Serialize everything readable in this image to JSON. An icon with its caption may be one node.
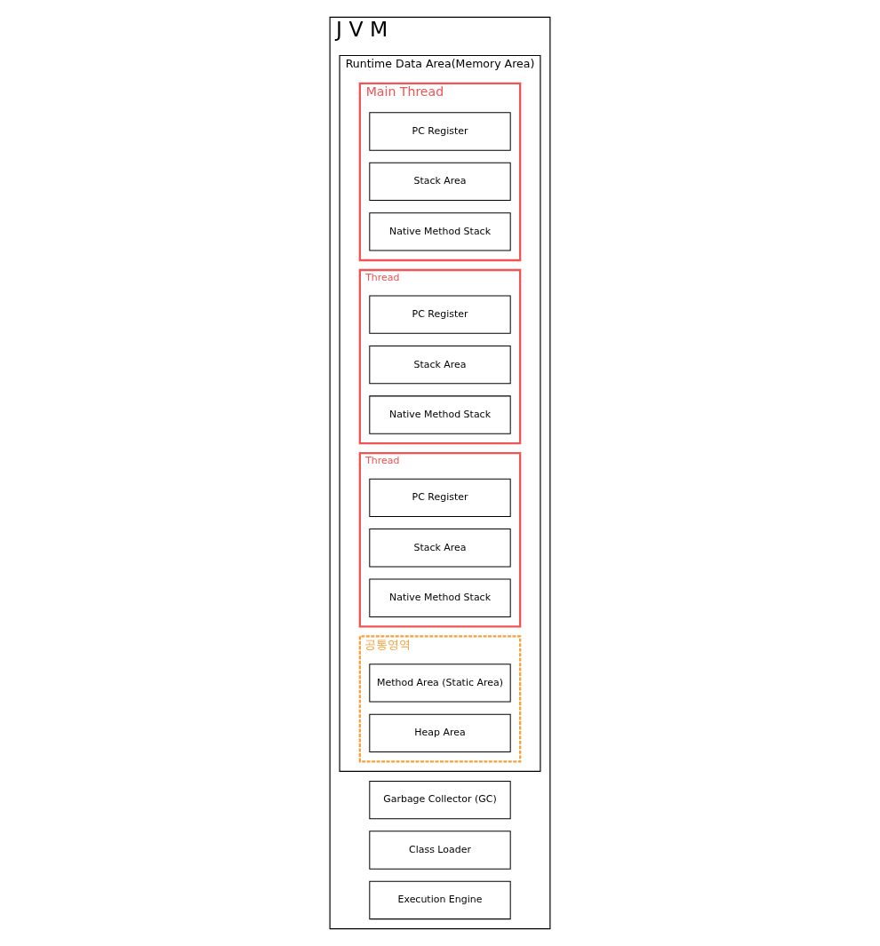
{
  "diagram": {
    "nodes": [
      {
        "text": [
          "J V M"
        ]
      },
      {
        "text": [
          "Garbage Collector (GC)"
        ],
        "in": 0
      },
      {
        "text": [
          "Class Loader"
        ],
        "in": 0
      },
      {
        "text": [
          "Execution Engine"
        ],
        "in": 0
      },
      {
        "text": [
          "Runtime Data Area(Memory Area)"
        ],
        "in": 0
      },
      {
        "text": [
          "Main Thread"
        ],
        "in": 4
      },
      {
        "text": [
          "PC Register"
        ],
        "in": 5
      },
      {
        "text": [
          "Stack Area"
        ],
        "in": 5
      },
      {
        "text": [
          "Native Method Stack"
        ],
        "in": 5
      },
      {
        "text": [
          "Thread"
        ],
        "in": 4
      },
      {
        "text": [
          "PC Register"
        ],
        "in": 9
      },
      {
        "text": [
          "Stack Area"
        ],
        "in": 9
      },
      {
        "text": [
          "Native Method Stack"
        ],
        "in": 9
      },
      {
        "text": [
          "Thread"
        ],
        "in": 4
      },
      {
        "text": [
          "PC Register"
        ],
        "in": 13
      },
      {
        "text": [
          "Stack Area"
        ],
        "in": 13
      },
      {
        "text": [
          "Native Method Stack"
        ],
        "in": 13
      },
      {
        "text": [
          "공통영역"
        ],
        "in": 4
      },
      {
        "text": [
          "Method Area (Static Area)"
        ],
        "in": 17
      },
      {
        "text": [
          "Heap Area"
        ],
        "in": 17
      }
    ],
    "edges": []
  }
}
